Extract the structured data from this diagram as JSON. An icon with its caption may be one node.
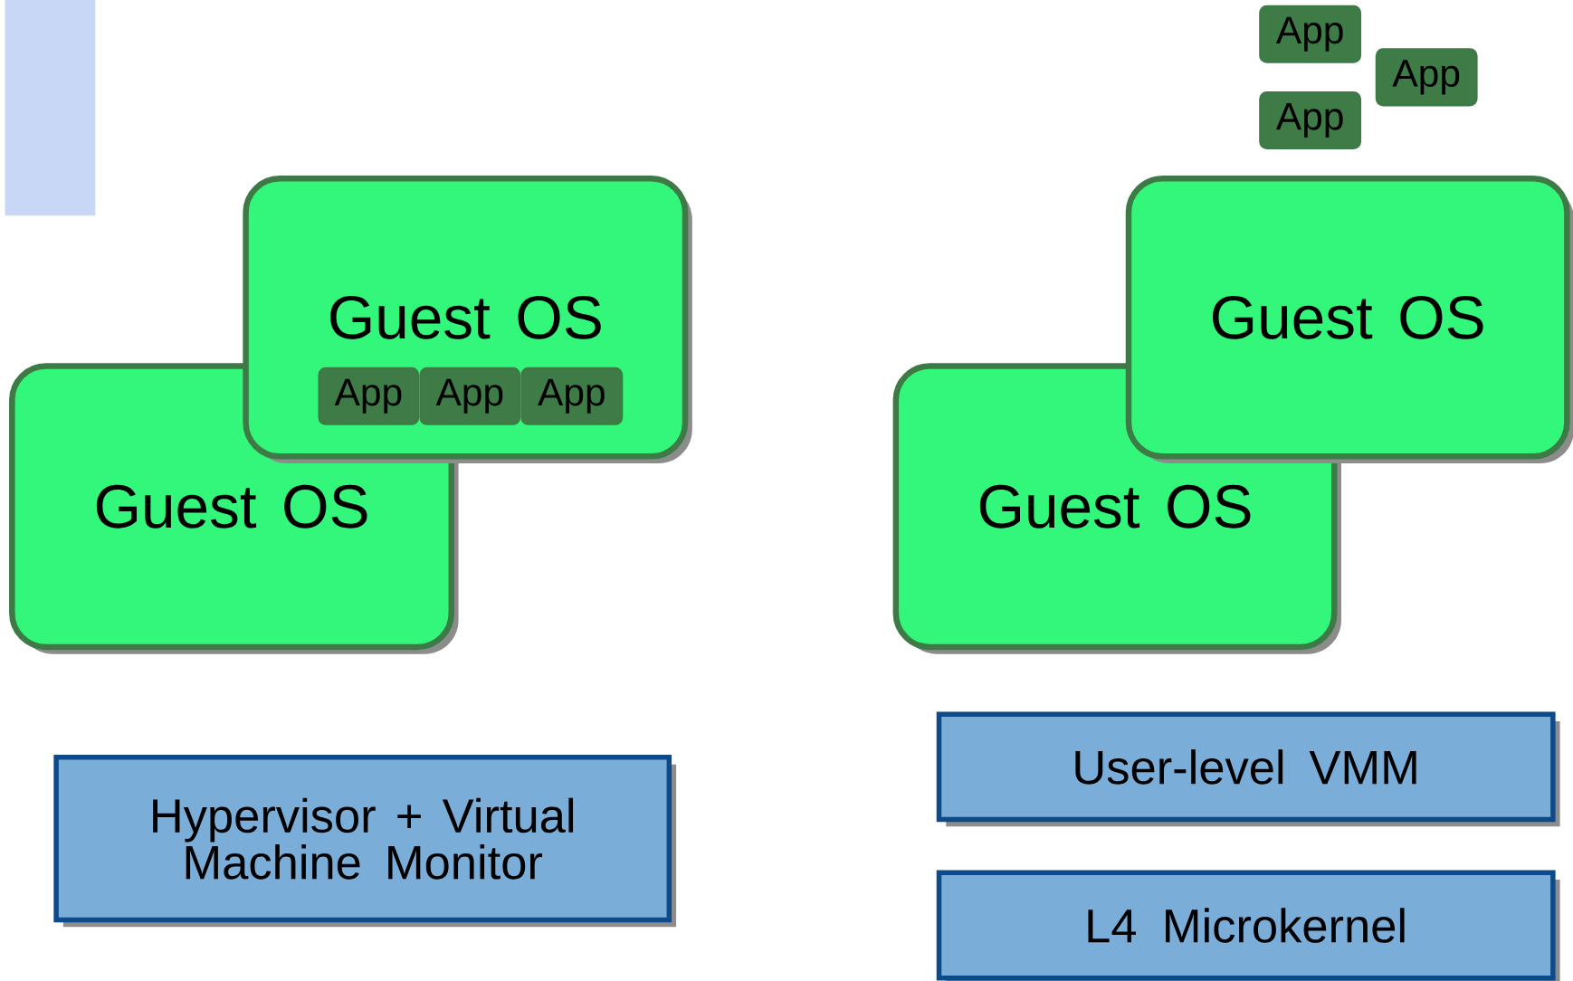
{
  "diagram": {
    "nodes": [
      {
        "text": [
          "Guest OS"
        ]
      },
      {
        "text": [
          "Guest OS"
        ]
      },
      {
        "text": [
          "App"
        ],
        "in": 1
      },
      {
        "text": [
          "App"
        ],
        "in": 1
      },
      {
        "text": [
          "App"
        ],
        "in": 1
      },
      {
        "text": [
          "App"
        ]
      },
      {
        "text": [
          "App"
        ]
      },
      {
        "text": [
          "App"
        ]
      },
      {
        "text": [
          "Guest OS"
        ]
      },
      {
        "text": [
          "Guest OS"
        ]
      },
      {
        "text": [
          "Hypervisor + Virtual Machine Monitor"
        ]
      },
      {
        "text": [
          "User-level VMM"
        ]
      },
      {
        "text": [
          "L4 Microkernel"
        ]
      }
    ]
  }
}
